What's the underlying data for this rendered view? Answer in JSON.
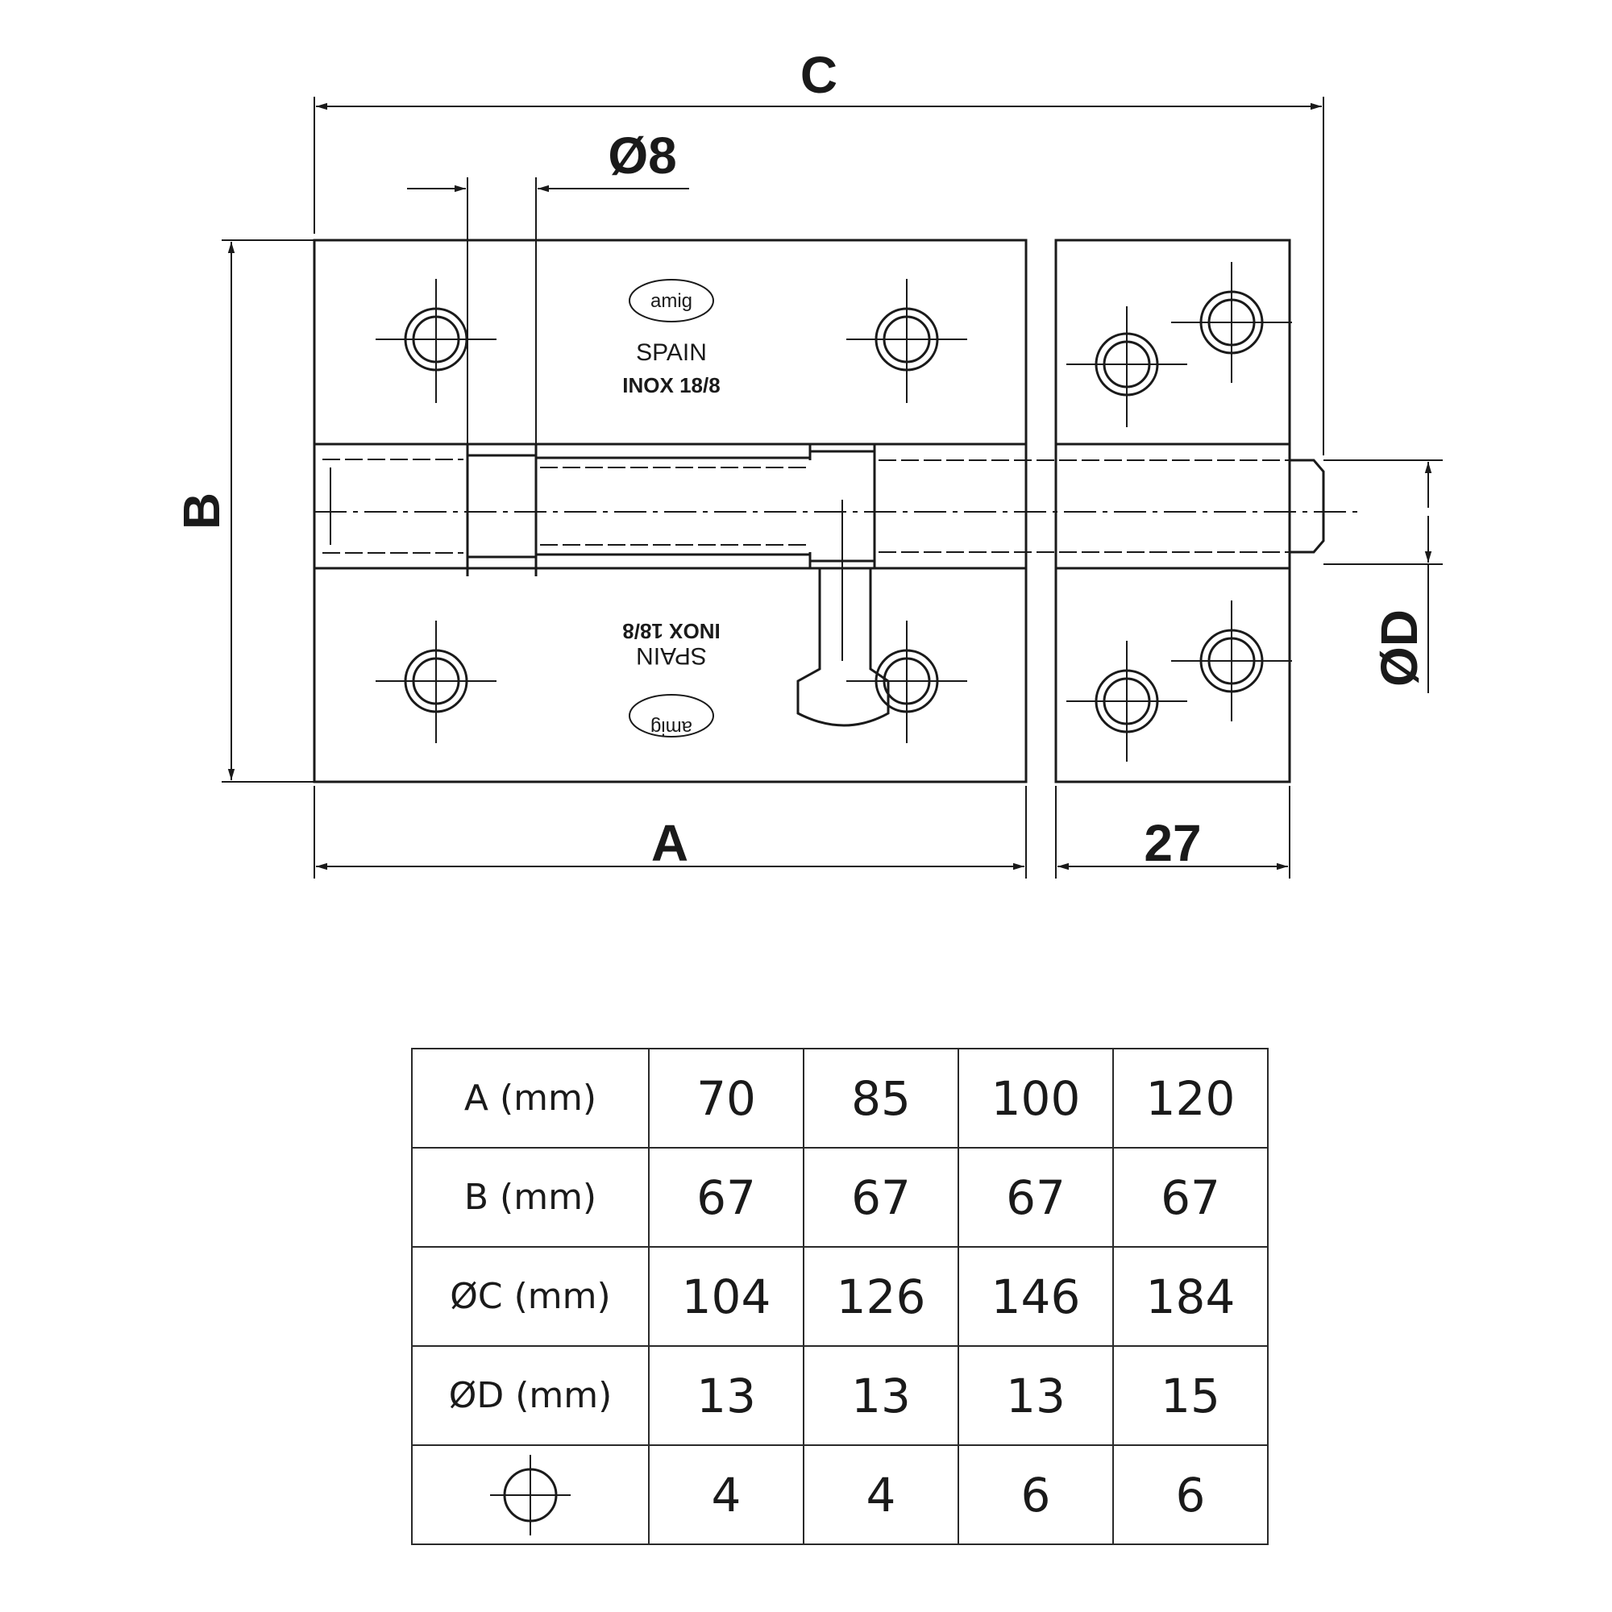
{
  "drawing": {
    "dimension_labels": {
      "overall_length": "C",
      "hole_diameter": "Ø8",
      "height": "B",
      "bolt_diameter": "ØD",
      "plate_length": "A",
      "keeper_width": "27"
    },
    "stamp": {
      "brand": "amig",
      "origin": "SPAIN",
      "material": "INOX 18/8"
    }
  },
  "spec_table": {
    "rows": [
      {
        "label": "A (mm)",
        "values": [
          "70",
          "85",
          "100",
          "120"
        ]
      },
      {
        "label": "B (mm)",
        "values": [
          "67",
          "67",
          "67",
          "67"
        ]
      },
      {
        "label": "ØC (mm)",
        "values": [
          "104",
          "126",
          "146",
          "184"
        ]
      },
      {
        "label": "ØD (mm)",
        "values": [
          "13",
          "13",
          "13",
          "15"
        ]
      },
      {
        "label": "",
        "icon": "screw-hole-icon",
        "values": [
          "4",
          "4",
          "6",
          "6"
        ]
      }
    ]
  }
}
